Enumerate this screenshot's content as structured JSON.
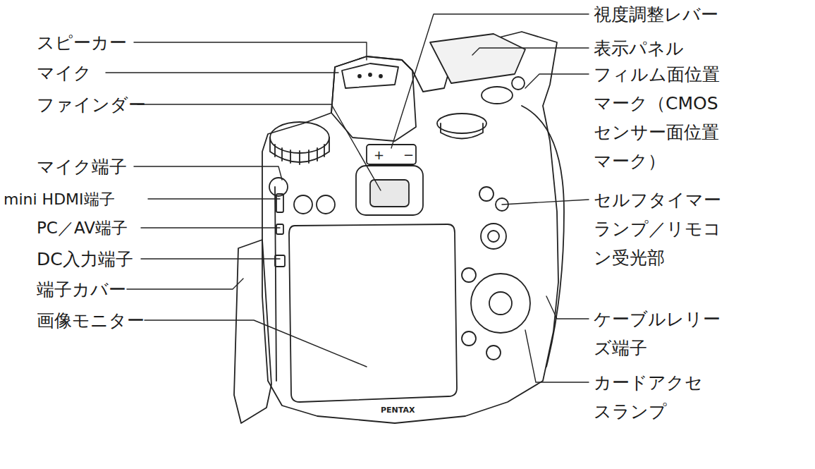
{
  "diagram": {
    "labels": [
      "スピーカー",
      "マイク",
      "ファインダー",
      "マイク端子",
      "mini HDMI端子",
      "PC／AV端子",
      "DC入力端子",
      "端子カバー",
      "画像モニター",
      "視度調整レバー",
      "表示パネル",
      "フィルム面位置マーク（CMOSセンサー面位置マーク）",
      "セルフタイマーランプ／リモコン受光部",
      "ケーブルレリーズ端子",
      "カードアクセスランプ"
    ]
  }
}
